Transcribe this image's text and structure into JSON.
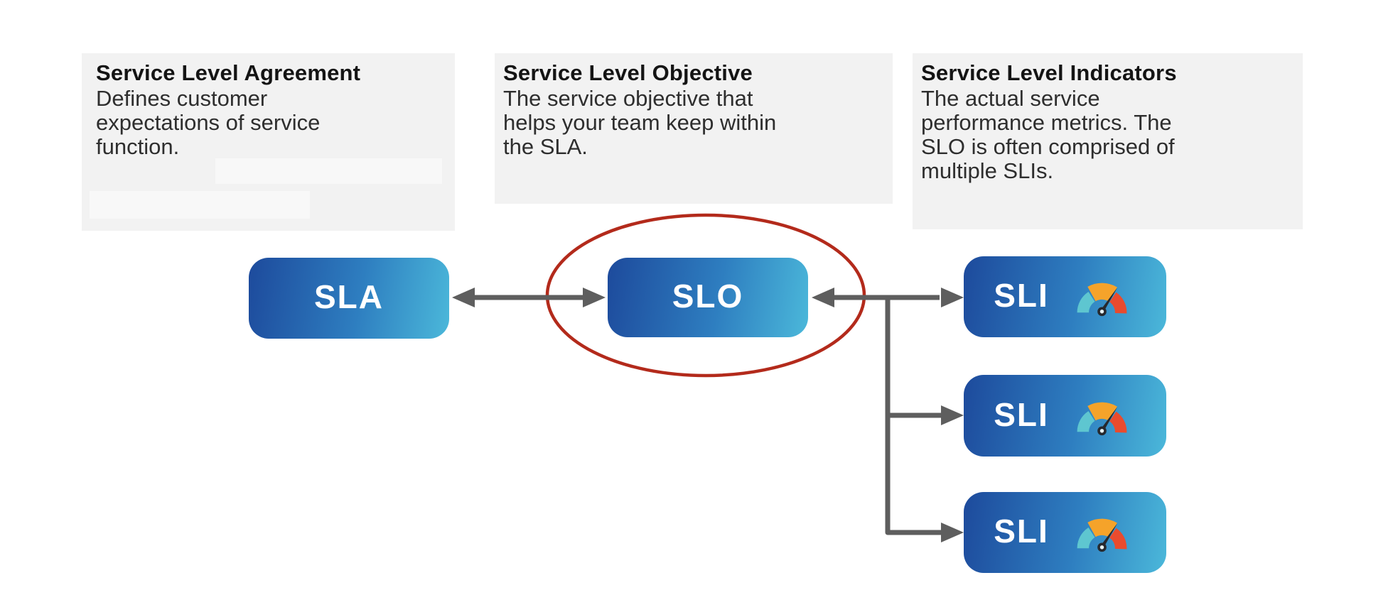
{
  "cards": [
    {
      "title": "Service Level Agreement",
      "body": "Defines customer\nexpectations of service\nfunction."
    },
    {
      "title": "Service Level Objective",
      "body": "The service objective that\nhelps your team keep within\nthe SLA."
    },
    {
      "title": "Service Level Indicators",
      "body": "The actual service\nperformance metrics. The\nSLO is often comprised of\nmultiple SLIs."
    }
  ],
  "nodes": {
    "sla": {
      "label": "SLA"
    },
    "slo": {
      "label": "SLO",
      "annotation": "circled-in-red"
    },
    "sli1": {
      "label": "SLI",
      "icon": "gauge-icon"
    },
    "sli2": {
      "label": "SLI",
      "icon": "gauge-icon"
    },
    "sli3": {
      "label": "SLI",
      "icon": "gauge-icon"
    }
  },
  "colors": {
    "card_background": "#f2f2f2",
    "node_gradient_start": "#1d4a9c",
    "node_gradient_end": "#4bb8da",
    "arrow": "#5e5e5e",
    "highlight_ellipse": "#b32a1b",
    "gauge_teal": "#5ec6d0",
    "gauge_orange": "#f5a32a",
    "gauge_red": "#e94b2e",
    "gauge_needle": "#26292e"
  }
}
